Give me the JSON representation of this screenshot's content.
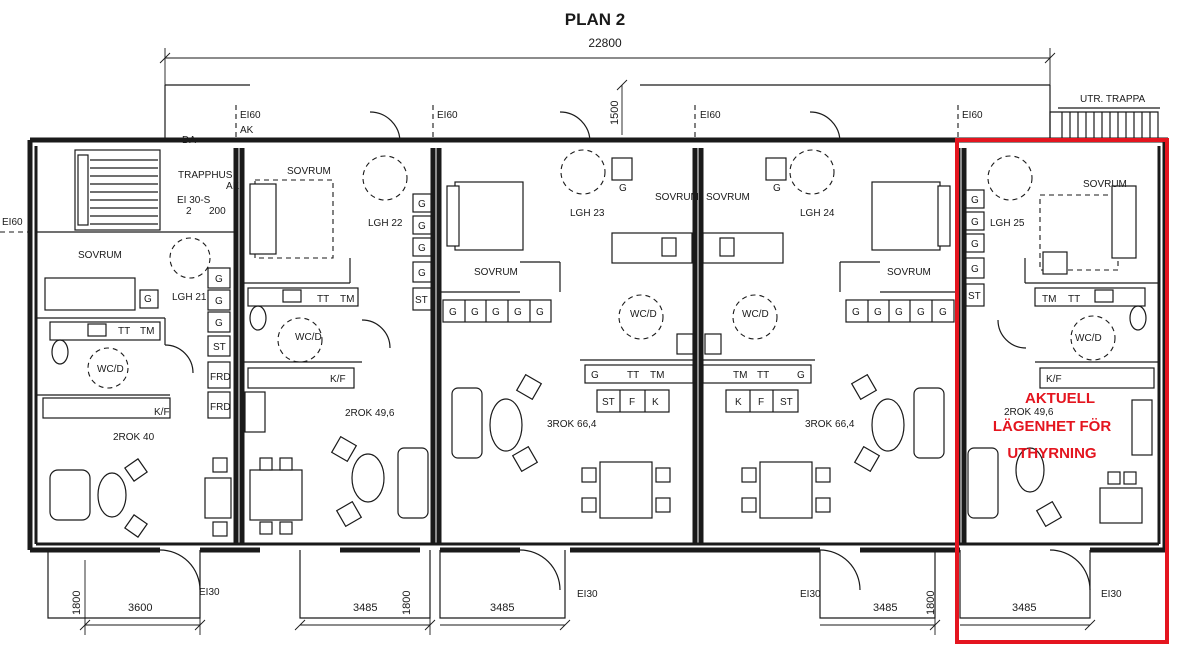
{
  "title": "PLAN 2",
  "overall_dimension": "22800",
  "stair_dimension": "1500",
  "outside_stair": "UTR. TRAPPA",
  "ei60": "EI60",
  "ei30": "EI30",
  "da": "DA",
  "ak": "AK",
  "stairwell": {
    "name": "TRAPPHUS",
    "class": "EI 30-S",
    "code_a": "2",
    "code_b": "200"
  },
  "units": [
    {
      "id": "LGH 21",
      "area": "2ROK 40"
    },
    {
      "id": "LGH 22",
      "area": "2ROK 49,6"
    },
    {
      "id": "LGH 23",
      "area": "3ROK 66,4"
    },
    {
      "id": "LGH 24",
      "area": "3ROK 66,4"
    },
    {
      "id": "LGH 25",
      "area": "2ROK 49,6"
    }
  ],
  "room_labels": {
    "bedroom": "SOVRUM",
    "wc": "WC/D",
    "kf": "K/F"
  },
  "fixtures": {
    "g": "G",
    "st": "ST",
    "frd": "FRD",
    "tt": "TT",
    "tm": "TM",
    "f": "F",
    "k": "K"
  },
  "bottom_dimensions": [
    "3600",
    "3485",
    "3485",
    "3485",
    "3485"
  ],
  "balcony_depth": "1800",
  "highlight_lines": [
    "AKTUELL",
    "LÄGENHET FÖR",
    "UTHYRNING"
  ],
  "colors": {
    "highlight": "#e4151f",
    "lines": "#1a1a1a"
  }
}
